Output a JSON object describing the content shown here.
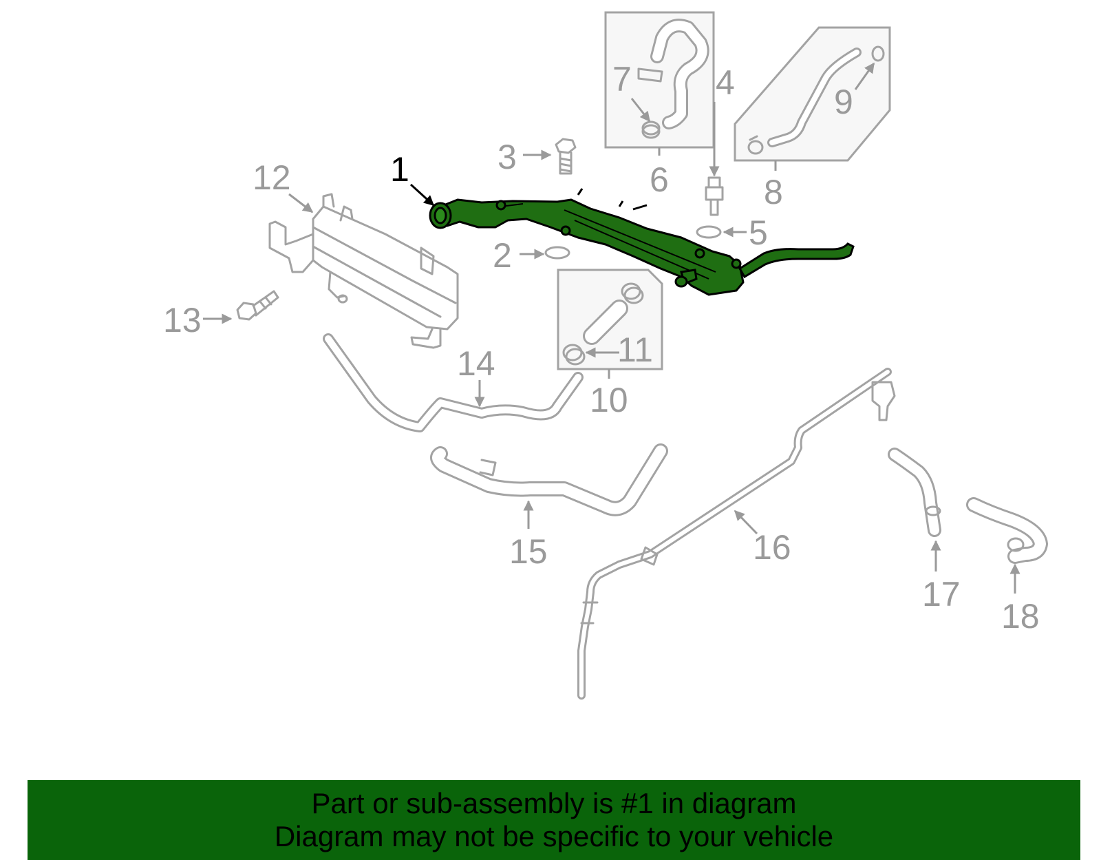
{
  "colors": {
    "highlight_part": "#1f6e12",
    "highlight_outline": "#000000",
    "line_art": "#a3a3a3",
    "callout_text": "#9a9a9a",
    "banner_background": "#0a640a",
    "banner_text": "#000000"
  },
  "callouts": {
    "c1": "1",
    "c2": "2",
    "c3": "3",
    "c4": "4",
    "c5": "5",
    "c6": "6",
    "c7": "7",
    "c8": "8",
    "c9": "9",
    "c10": "10",
    "c11": "11",
    "c12": "12",
    "c13": "13",
    "c14": "14",
    "c15": "15",
    "c16": "16",
    "c17": "17",
    "c18": "18"
  },
  "banner": {
    "line1": "Part or sub-assembly is #1 in diagram",
    "line2": "Diagram may not be specific to your vehicle"
  }
}
